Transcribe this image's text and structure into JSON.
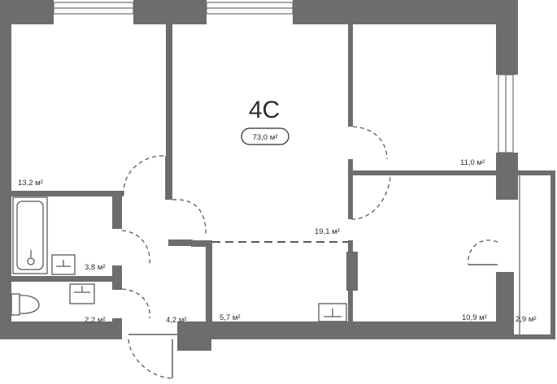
{
  "apartment": {
    "code": "4C",
    "total_area": "73,0 м²"
  },
  "rooms": {
    "bedroom_left": "13,2 м²",
    "bedroom_right": "11,0 м²",
    "living_room": "19,1 м²",
    "bathroom": "3,8 м²",
    "toilet": "2,2 м²",
    "hall": "4,2 м²",
    "kitchen": "5,7 м²",
    "room_bottom_right": "10,9 м²",
    "balcony": "2,9 м²"
  },
  "colors": {
    "wall": "#6d6d6d",
    "line": "#5a5a5a",
    "text": "#2b2b2b",
    "background": "#ffffff"
  }
}
